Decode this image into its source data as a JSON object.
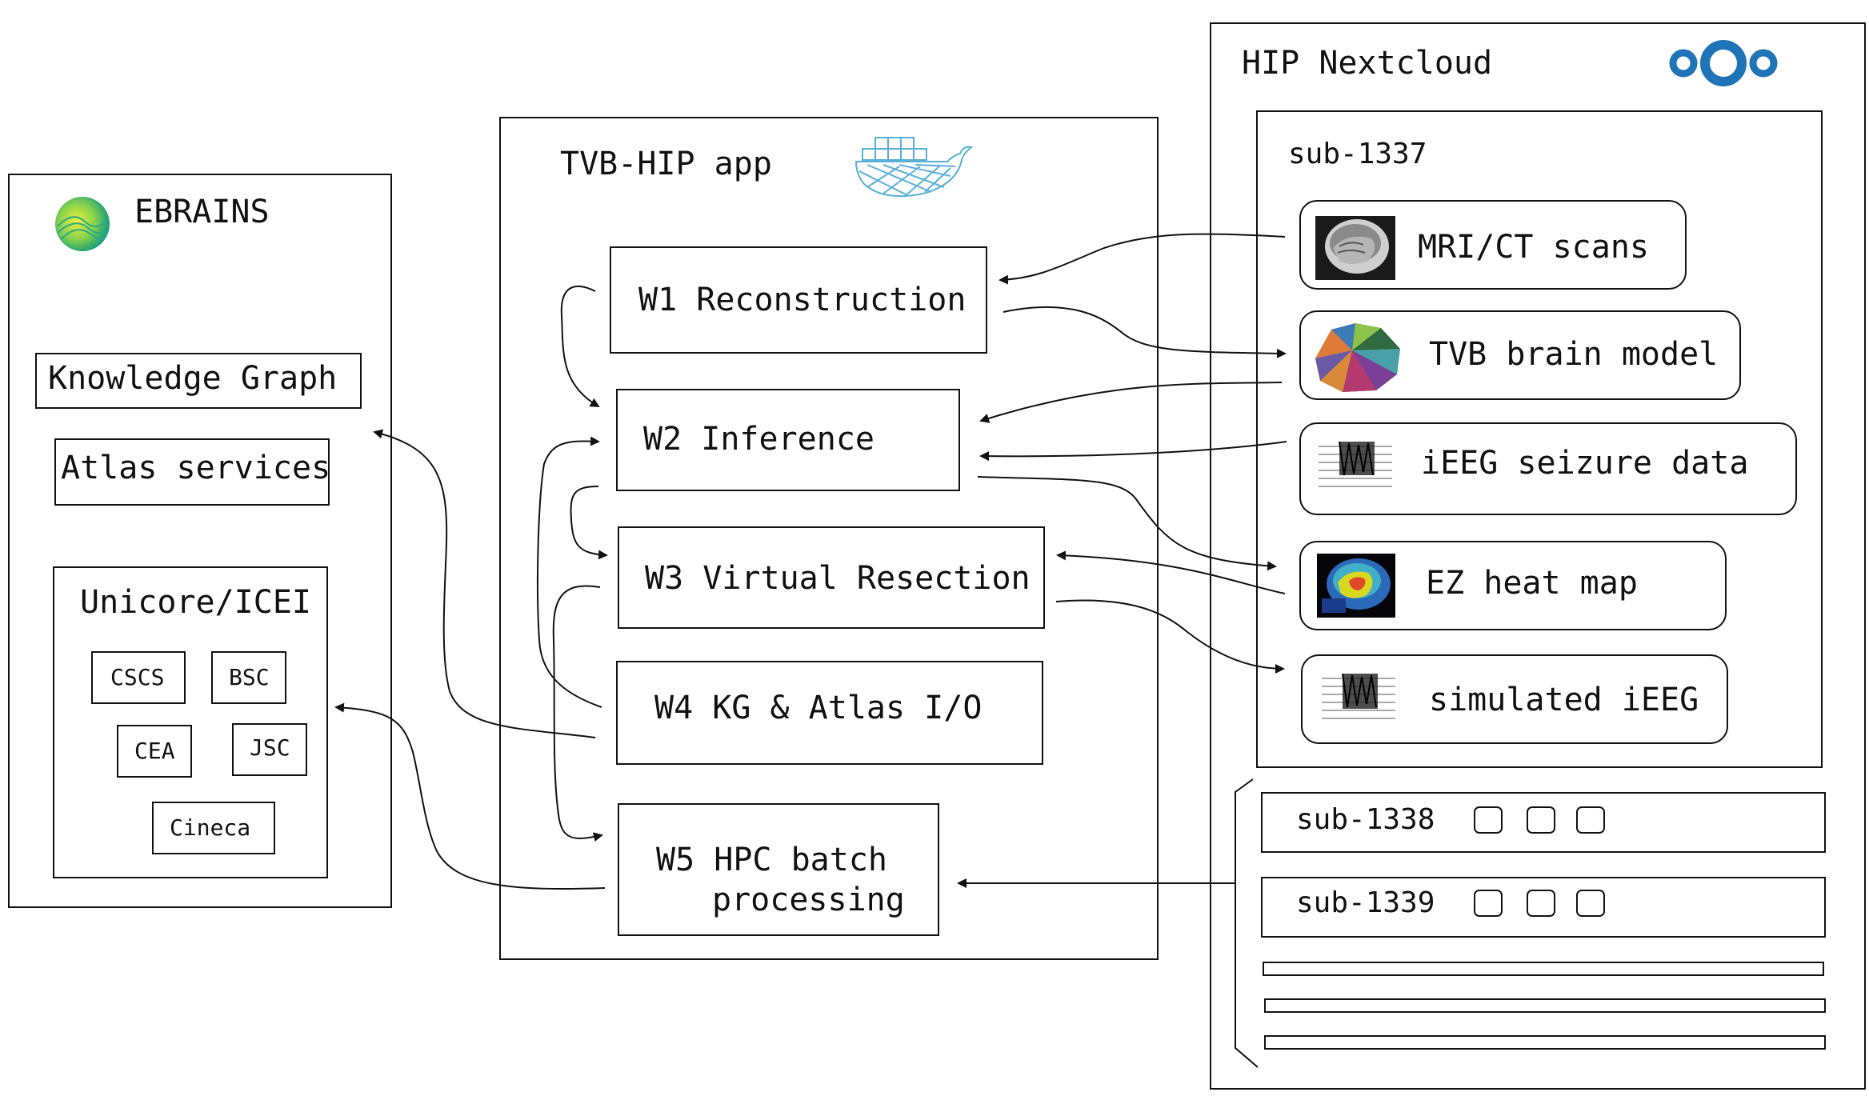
{
  "ebrains": {
    "title": "EBRAINS",
    "knowledge_graph": "Knowledge Graph",
    "atlas_services": "Atlas services",
    "unicore": {
      "title": "Unicore/ICEI",
      "sites": [
        "CSCS",
        "BSC",
        "CEA",
        "JSC",
        "Cineca"
      ]
    }
  },
  "tvb_app": {
    "title": "TVB-HIP app",
    "workflows": {
      "w1": "W1 Reconstruction",
      "w2": "W2 Inference",
      "w3": "W3 Virtual Resection",
      "w4": "W4 KG & Atlas I/O",
      "w5_line1": "W5 HPC batch",
      "w5_line2": "processing"
    }
  },
  "nextcloud": {
    "title": "HIP Nextcloud",
    "subject_main": {
      "name": "sub-1337",
      "items": {
        "mri": "MRI/CT scans",
        "tvb_model": "TVB brain model",
        "ieeg": "iEEG seizure data",
        "ez_map": "EZ heat map",
        "sim_ieeg": "simulated iEEG"
      }
    },
    "subjects": [
      "sub-1338",
      "sub-1339"
    ]
  },
  "colors": {
    "nextcloud_blue": "#1f73b7",
    "docker_blue": "#5ab0d6"
  }
}
